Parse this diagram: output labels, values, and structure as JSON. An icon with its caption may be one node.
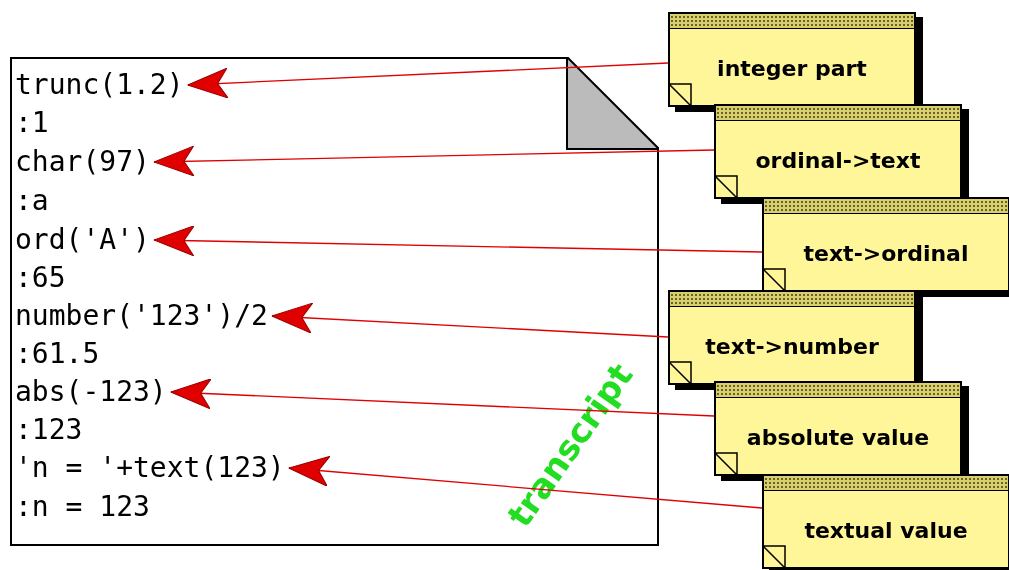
{
  "diagram": {
    "nodes": [
      {
        "text": [],
        "shape": "box"
      },
      {
        "text": [
          "trunc(1.2)"
        ],
        "in": 0
      },
      {
        "text": [
          ":1"
        ],
        "in": 0
      },
      {
        "text": [
          "char(97)"
        ],
        "in": 0
      },
      {
        "text": [
          ":a"
        ],
        "in": 0
      },
      {
        "text": [
          "ord('A')"
        ],
        "in": 0
      },
      {
        "text": [
          ":65"
        ],
        "in": 0
      },
      {
        "text": [
          "number('123')/2"
        ],
        "in": 0
      },
      {
        "text": [
          ":61.5"
        ],
        "in": 0
      },
      {
        "text": [
          "abs(-123)"
        ],
        "in": 0
      },
      {
        "text": [
          ":123"
        ],
        "in": 0
      },
      {
        "text": [
          "'n = '+text(123)"
        ],
        "in": 0
      },
      {
        "text": [
          ":n = 123"
        ],
        "in": 0
      },
      {
        "text": [
          "integer part"
        ]
      },
      {
        "text": [
          "ordinal->text"
        ]
      },
      {
        "text": [
          "text->ordinal"
        ]
      },
      {
        "text": [
          "text->number"
        ]
      },
      {
        "text": [
          "absolute value"
        ]
      },
      {
        "text": [
          "textual value"
        ]
      }
    ],
    "edges": [
      {
        "from": 13,
        "to": 1,
        "arrow": "to"
      },
      {
        "from": 14,
        "to": 3,
        "arrow": "to"
      },
      {
        "from": 15,
        "to": 5,
        "arrow": "to"
      },
      {
        "from": 16,
        "to": 7,
        "arrow": "to"
      },
      {
        "from": 17,
        "to": 9,
        "arrow": "to"
      },
      {
        "from": 18,
        "to": 11,
        "arrow": "to"
      }
    ],
    "labels": [
      "transcript"
    ]
  }
}
